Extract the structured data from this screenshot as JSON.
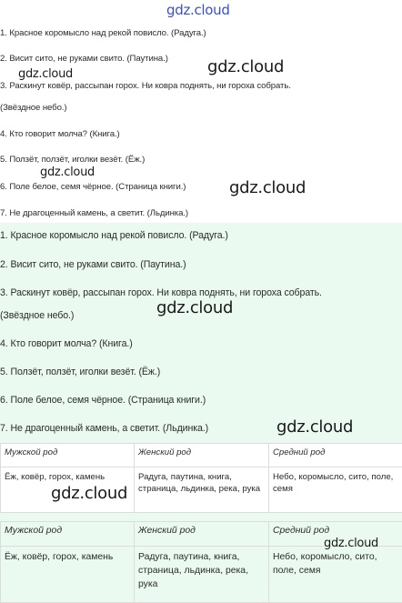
{
  "watermark": "gdz.cloud",
  "riddles": [
    "1. Красное коромысло над рекой повисло. (Радуга.)",
    "2. Висит сито, не руками свито. (Паутина.)",
    "3. Раскинут ковёр, рассыпан горох. Ни ковра поднять, ни гороха собрать.",
    "(Звёздное небо.)",
    "4. Кто говорит молча? (Книга.)",
    "5. Ползёт, ползёт, иголки везёт. (Ёж.)",
    "6. Поле белое, семя чёрное. (Страница книги.)",
    "7. Не драгоценный камень, а светит. (Льдинка.)"
  ],
  "table": {
    "headers": [
      "Мужской род",
      "Женский род",
      "Средний род"
    ],
    "row": [
      "Ёж, ковёр, горох, камень",
      "Радуга, паутина, книга, страница, льдинка, река, рука",
      "Небо, коромысло, сито, поле, семя"
    ]
  }
}
